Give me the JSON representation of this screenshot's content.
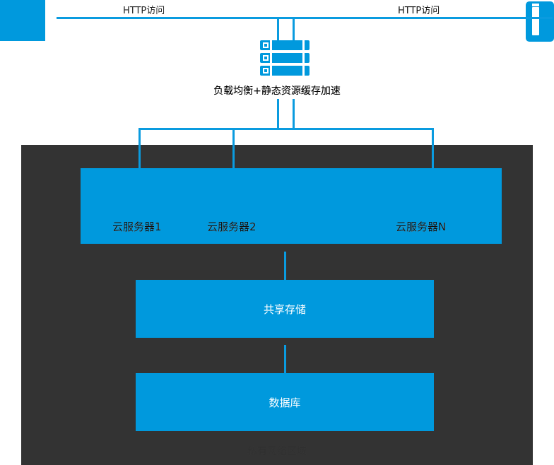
{
  "diagram": {
    "title_zone": "私有网络区域",
    "accent_color": "#0099dd",
    "zone_color": "#333333",
    "page_background": "#ffffff"
  },
  "clients": [
    {
      "icon": "desktop-pc-icon",
      "name": "client-desktop"
    },
    {
      "icon": "mobile-phone-icon",
      "name": "client-mobile"
    }
  ],
  "links": {
    "left_label": "HTTP访问",
    "right_label": "HTTP访问"
  },
  "load_balancer": {
    "icon": "server-rack-icon",
    "label": "负载均衡+静态资源缓存加速"
  },
  "servers": {
    "items": [
      {
        "label": "云服务器1"
      },
      {
        "label": "云服务器2"
      },
      {
        "label": "云服务器N"
      }
    ]
  },
  "storage": {
    "label": "共享存储"
  },
  "database": {
    "label": "数据库"
  }
}
